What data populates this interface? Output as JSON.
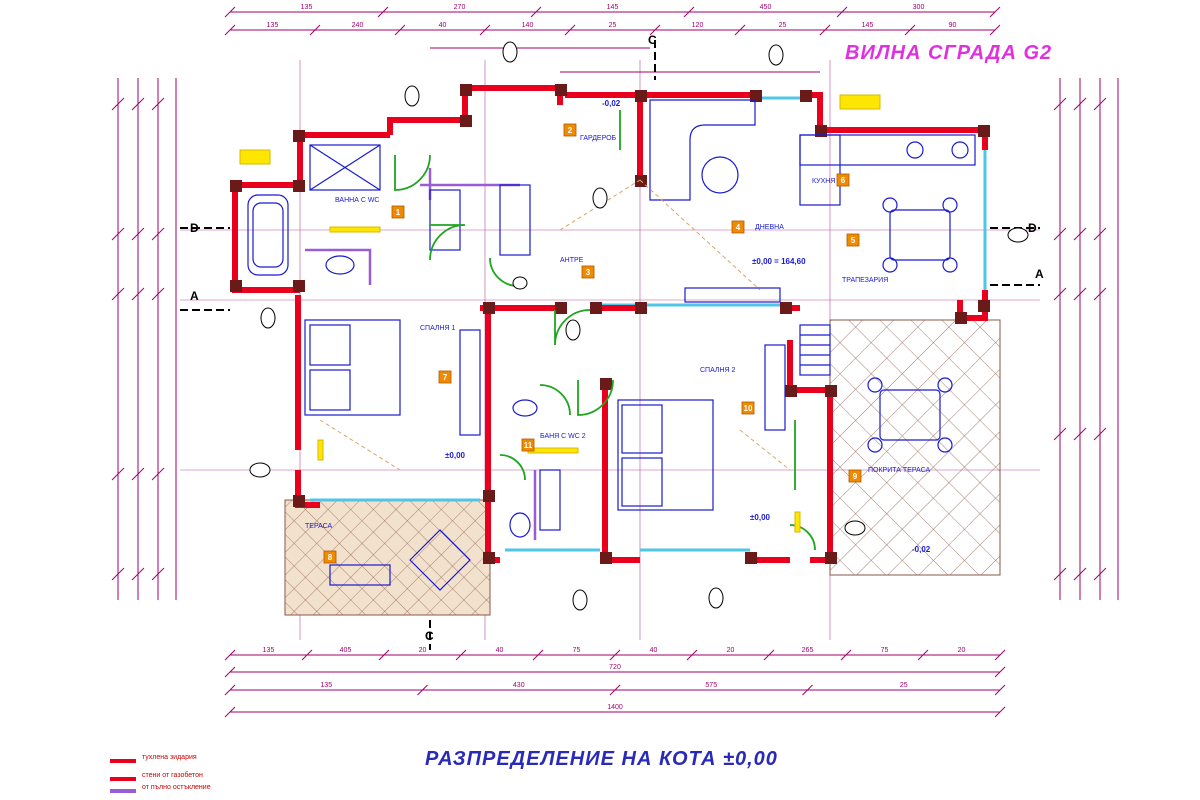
{
  "title": "ВИЛНА СГРАДА  G2",
  "caption": "РАЗПРЕДЕЛЕНИЕ НА КОТА  ±0,00",
  "colors": {
    "wall_red": "#e8001c",
    "dim_line": "#a0006e",
    "grid_line": "#a0006e",
    "furniture_blue": "#1a1ad0",
    "title_magenta": "#e030e0",
    "caption_blue": "#2a2ab8",
    "glazing_cyan": "#4fc6e6",
    "door_green": "#1fa51f",
    "insulation_purple": "#9a5cd6",
    "annotation_yellow": "#ffe600",
    "room_number_orange": "#f08a00",
    "terrace_hatch": "#8a5a4a",
    "terrace_fill": "#f2e1cc"
  },
  "rooms": [
    {
      "id": "1",
      "label": "ВАННА С WC"
    },
    {
      "id": "2",
      "label": "ГАРДЕРОБ"
    },
    {
      "id": "3",
      "label": "АНТРЕ"
    },
    {
      "id": "4",
      "label": "ДНЕВНА"
    },
    {
      "id": "5",
      "label": "ТРАПЕЗАРИЯ"
    },
    {
      "id": "6",
      "label": "КУХНЯ"
    },
    {
      "id": "7",
      "label": "СПАЛНЯ 1"
    },
    {
      "id": "8",
      "label": "ТЕРАСА"
    },
    {
      "id": "9",
      "label": "ПОКРИТА ТЕРАСА"
    },
    {
      "id": "10",
      "label": "СПАЛНЯ 2"
    },
    {
      "id": "11",
      "label": "БАНЯ С WC 2"
    }
  ],
  "levels": [
    "±0,00 = 164,60",
    "±0,00",
    "-0,02",
    "-0,02"
  ],
  "axis_marks": [
    "D",
    "D",
    "A",
    "A",
    "C",
    "C"
  ],
  "top_dims_row1": [
    "135",
    "270",
    "145",
    "450",
    "300"
  ],
  "top_dims_row2": [
    "135",
    "240",
    "40",
    "140",
    "25",
    "120",
    "25",
    "145",
    "90"
  ],
  "bottom_dims_row1": [
    "135",
    "405",
    "20",
    "40",
    "75",
    "40",
    "20",
    "265",
    "75",
    "20"
  ],
  "bottom_dims_row2": [
    "720"
  ],
  "bottom_dims_row3": [
    "135",
    "430",
    "575",
    "25"
  ],
  "bottom_dims_total": [
    "1400"
  ],
  "legend": [
    {
      "label": "тухлена зидария",
      "color": "#e8001c"
    },
    {
      "label": "стени от газобетон",
      "color": "#e8001c"
    },
    {
      "label": "от пълно остъкление",
      "color": "#9a5cd6"
    }
  ]
}
